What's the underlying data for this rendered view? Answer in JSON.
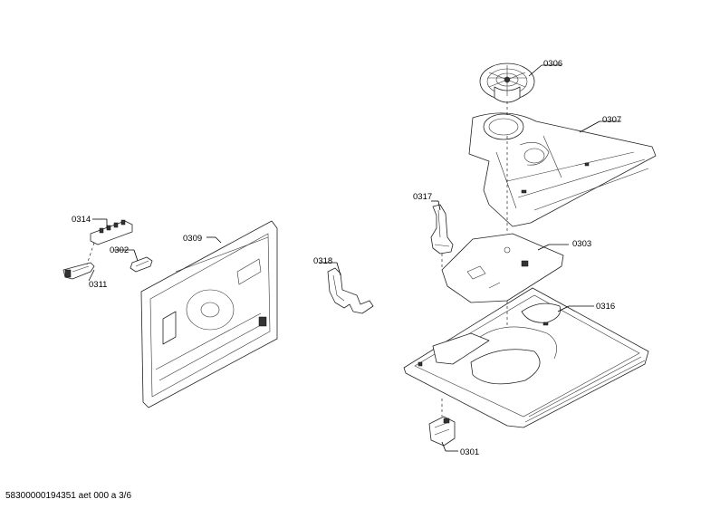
{
  "labels": {
    "p0306": "0306",
    "p0307": "0307",
    "p0317": "0317",
    "p0303": "0303",
    "p0314": "0314",
    "p0302": "0302",
    "p0309": "0309",
    "p0318": "0318",
    "p0311": "0311",
    "p0316": "0316",
    "p0301": "0301"
  },
  "footer": {
    "document_id": "58300000194351 aet 000 a 3/6"
  }
}
